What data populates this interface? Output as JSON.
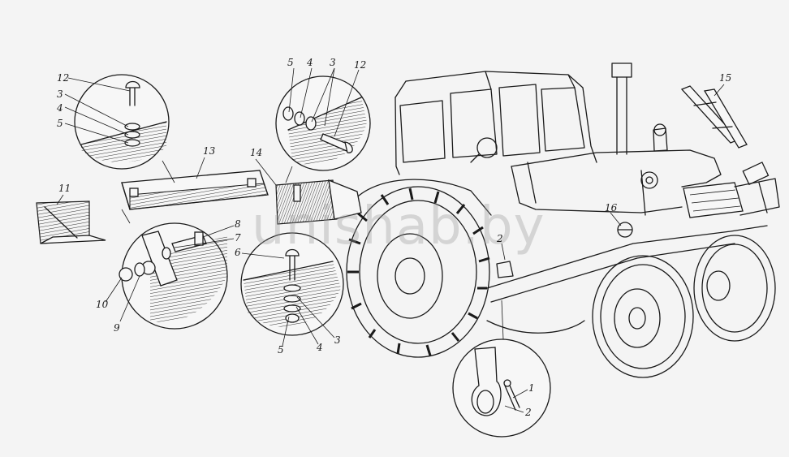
{
  "watermark": "unishab.by",
  "labels": {
    "l1": "1",
    "l2a": "2",
    "l2b": "2",
    "l3a": "3",
    "l3b": "3",
    "l3c": "3",
    "l4a": "4",
    "l4b": "4",
    "l4c": "4",
    "l5a": "5",
    "l5b": "5",
    "l5c": "5",
    "l6": "6",
    "l7": "7",
    "l8": "8",
    "l9": "9",
    "l10": "10",
    "l11": "11",
    "l12a": "12",
    "l12b": "12",
    "l13": "13",
    "l14": "14",
    "l15": "15",
    "l16": "16"
  }
}
